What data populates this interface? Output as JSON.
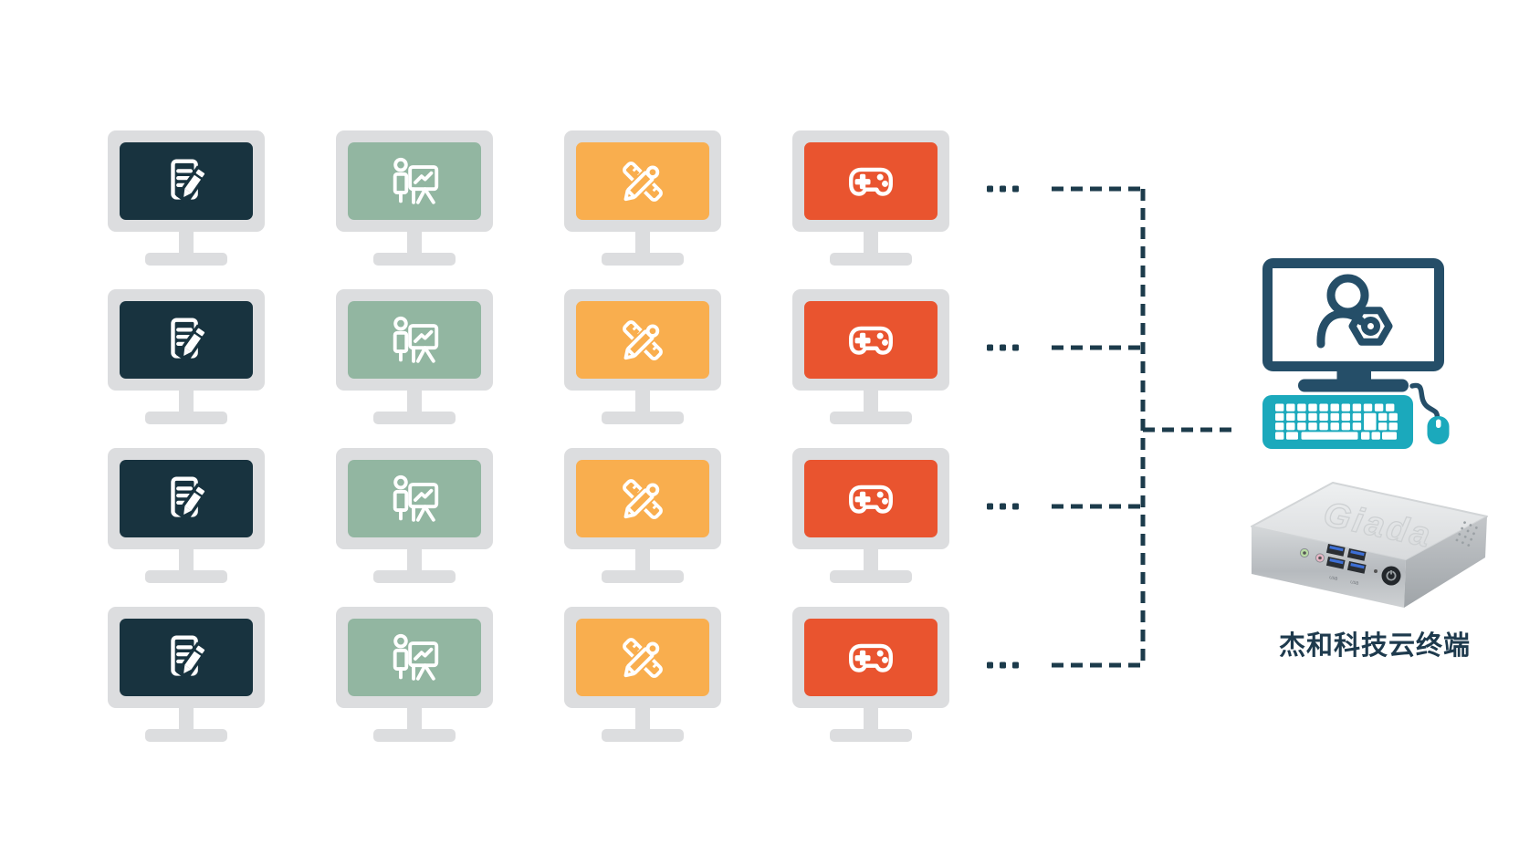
{
  "colors": {
    "monitor_bezel": "#DCDDDF",
    "connector_line": "#1C3B4B",
    "client_navy": "#254E68",
    "client_teal": "#1BA9BC",
    "label_text": "#1E3A4D"
  },
  "grid": {
    "rows": 4,
    "row_ellipsis": "...",
    "columns": [
      {
        "name": "office",
        "icon": "document-pencil-icon",
        "screen_color": "#18333F"
      },
      {
        "name": "presentation",
        "icon": "presentation-chart-icon",
        "screen_color": "#92B6A1"
      },
      {
        "name": "design",
        "icon": "ruler-pencil-icon",
        "screen_color": "#F9AE4E"
      },
      {
        "name": "gaming",
        "icon": "gamepad-icon",
        "screen_color": "#E9542F"
      }
    ]
  },
  "client": {
    "screen_icon": "user-gear-icon",
    "label": "杰和科技云终端"
  },
  "device": {
    "logo": "Giada",
    "port_labels": [
      "USB",
      "USB"
    ]
  }
}
